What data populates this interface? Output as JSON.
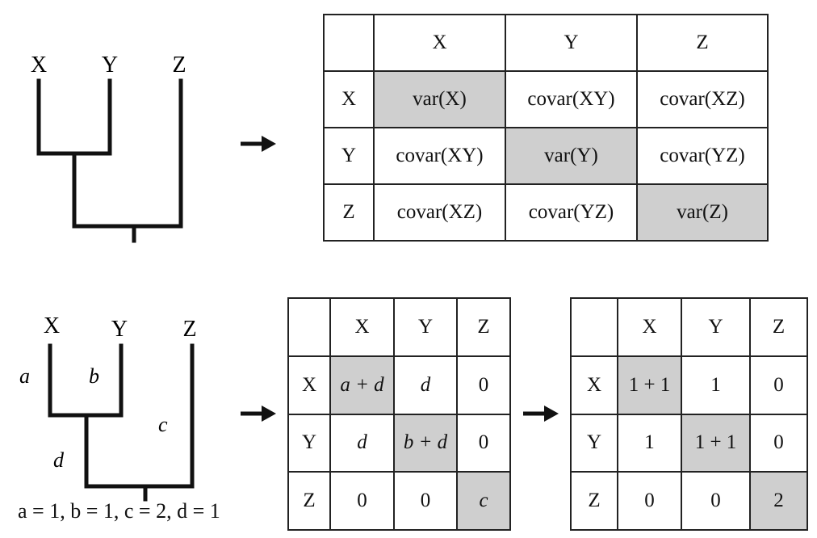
{
  "top": {
    "tree": {
      "leaves": [
        "X",
        "Y",
        "Z"
      ]
    },
    "matrix": {
      "headers": [
        "",
        "X",
        "Y",
        "Z"
      ],
      "rows": [
        {
          "label": "X",
          "cells": [
            "var(X)",
            "covar(XY)",
            "covar(XZ)"
          ]
        },
        {
          "label": "Y",
          "cells": [
            "covar(XY)",
            "var(Y)",
            "covar(YZ)"
          ]
        },
        {
          "label": "Z",
          "cells": [
            "covar(XZ)",
            "covar(YZ)",
            "var(Z)"
          ]
        }
      ]
    }
  },
  "bottom": {
    "tree": {
      "leaves": [
        "X",
        "Y",
        "Z"
      ],
      "branch_labels": {
        "a": "a",
        "b": "b",
        "c": "c",
        "d": "d"
      },
      "params": "a = 1, b = 1, c = 2, d = 1"
    },
    "symbolic_matrix": {
      "headers": [
        "",
        "X",
        "Y",
        "Z"
      ],
      "rows": [
        {
          "label": "X",
          "cells": [
            "a + d",
            "d",
            "0"
          ]
        },
        {
          "label": "Y",
          "cells": [
            "d",
            "b + d",
            "0"
          ]
        },
        {
          "label": "Z",
          "cells": [
            "0",
            "0",
            "c"
          ]
        }
      ]
    },
    "numeric_matrix": {
      "headers": [
        "",
        "X",
        "Y",
        "Z"
      ],
      "rows": [
        {
          "label": "X",
          "cells": [
            "1 + 1",
            "1",
            "0"
          ]
        },
        {
          "label": "Y",
          "cells": [
            "1",
            "1 + 1",
            "0"
          ]
        },
        {
          "label": "Z",
          "cells": [
            "0",
            "0",
            "2"
          ]
        }
      ]
    }
  }
}
